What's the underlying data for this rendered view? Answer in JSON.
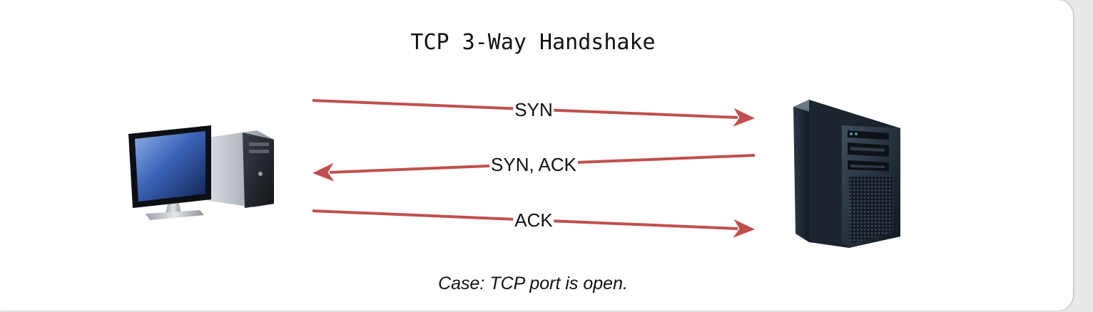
{
  "title": "TCP 3-Way Handshake",
  "caption": "Case: TCP port is open.",
  "arrow_color": "#c0504d",
  "nodes": [
    {
      "id": "client",
      "icon": "desktop-computer-icon"
    },
    {
      "id": "server",
      "icon": "tower-server-icon"
    }
  ],
  "messages": [
    {
      "label": "SYN",
      "from": "client",
      "to": "server"
    },
    {
      "label": "SYN, ACK",
      "from": "server",
      "to": "client"
    },
    {
      "label": "ACK",
      "from": "client",
      "to": "server"
    }
  ]
}
